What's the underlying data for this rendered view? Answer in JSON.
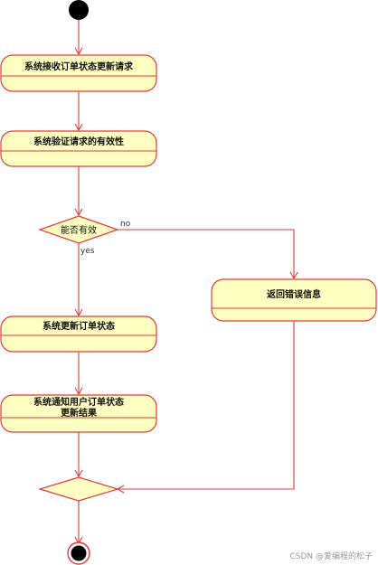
{
  "activities": {
    "receive_request": "系统接收订单状态更新请求",
    "validate_request": "系统验证请求的有效性",
    "update_status": "系统更新订单状态",
    "notify_user_line1": "系统通知用户订单状态",
    "notify_user_line2": "更新结果",
    "return_error": "返回错误信息"
  },
  "decision": {
    "label": "能否有效",
    "yes_label": "yes",
    "no_label": "no"
  },
  "watermark": "CSDN @爱编程的松子",
  "colors": {
    "line": "#e53a3a",
    "fill": "#ffffc2",
    "node": "#000000"
  }
}
